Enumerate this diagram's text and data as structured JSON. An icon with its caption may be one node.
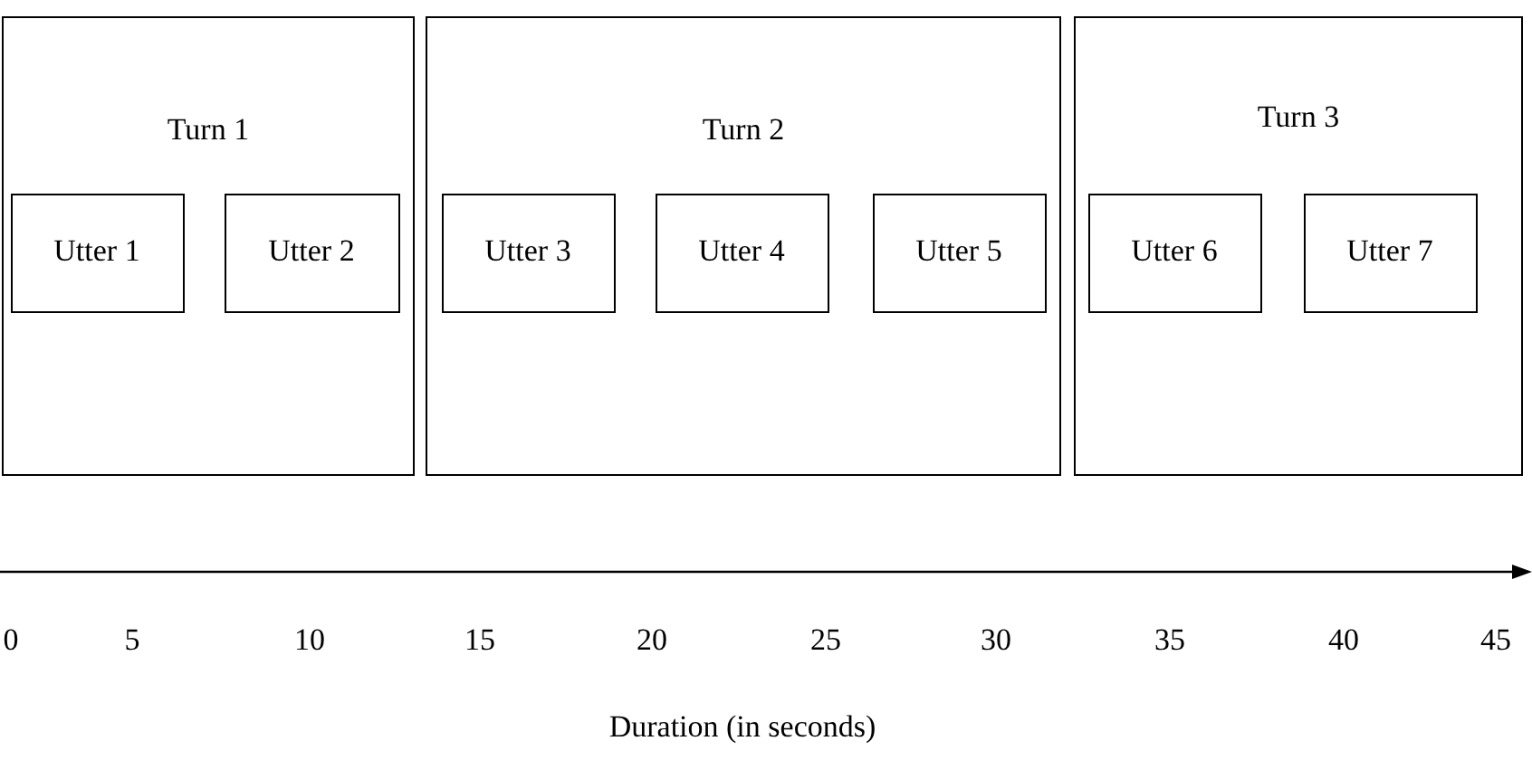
{
  "diagram": {
    "nodes": [
      {
        "text": [
          "Turn 1"
        ]
      },
      {
        "text": [
          "Utter 1"
        ],
        "in": 0
      },
      {
        "text": [
          "Utter 2"
        ],
        "in": 0
      },
      {
        "text": [
          "Turn 2"
        ]
      },
      {
        "text": [
          "Utter 3"
        ],
        "in": 3
      },
      {
        "text": [
          "Utter 4"
        ],
        "in": 3
      },
      {
        "text": [
          "Utter 5"
        ],
        "in": 3
      },
      {
        "text": [
          "Turn 3"
        ]
      },
      {
        "text": [
          "Utter 6"
        ],
        "in": 7
      },
      {
        "text": [
          "Utter 7"
        ],
        "in": 7
      }
    ],
    "edges": [],
    "labels": [
      "0",
      "5",
      "10",
      "15",
      "20",
      "25",
      "30",
      "35",
      "40",
      "45",
      "Duration (in seconds)"
    ]
  }
}
